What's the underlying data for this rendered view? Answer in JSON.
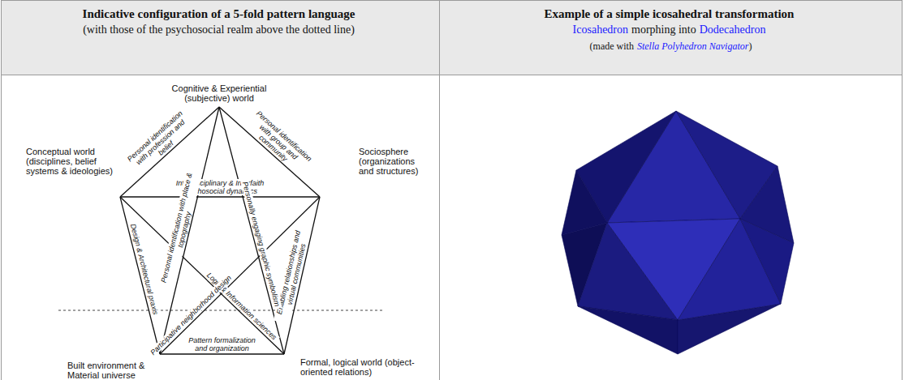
{
  "diagram": {
    "nodes": [
      {
        "text": [
          "Cognitive & Experiential (subjective) world"
        ]
      },
      {
        "text": [
          "Conceptual world (disciplines, belief systems & ideologies)"
        ]
      },
      {
        "text": [
          "Sociosphere (organizations and structures)"
        ]
      },
      {
        "text": [
          "Built environment & Material universe"
        ]
      },
      {
        "text": [
          "Formal, logical world (object-oriented relations)"
        ]
      }
    ],
    "edges": [
      {
        "from": 0,
        "to": 1,
        "arrow": "none",
        "label": "Personal identification with profession and belief"
      },
      {
        "from": 0,
        "to": 2,
        "arrow": "none",
        "label": "Personal identification with group and community"
      },
      {
        "from": 1,
        "to": 2,
        "arrow": "none",
        "label": "Interdisciplinary & Interfaith psychosocial dynamics"
      },
      {
        "from": 1,
        "to": 3,
        "arrow": "none",
        "label": "Design & Architectural praxis"
      },
      {
        "from": 2,
        "to": 4,
        "arrow": "none",
        "label": "Enabling relationships and virtual communities"
      },
      {
        "from": 3,
        "to": 4,
        "arrow": "none",
        "label": "Pattern formalization and organization"
      },
      {
        "from": 0,
        "to": 3,
        "arrow": "none",
        "label": "Personal identification with place & topography"
      },
      {
        "from": 0,
        "to": 4,
        "arrow": "none",
        "label": "Personally engaging graphic symbolism"
      },
      {
        "from": 1,
        "to": 4,
        "arrow": "none",
        "label": "Logic & Information sciences"
      },
      {
        "from": 2,
        "to": 3,
        "arrow": "none",
        "label": "Participative neighborhood design"
      }
    ],
    "labels": [
      "Indicative configuration of a 5-fold pattern language",
      "(with those of the psychosocial realm above the dotted line)",
      "Example of a simple icosahedral transformation",
      "Icosahedron",
      "morphing into",
      "Dodecahedron",
      "(made with",
      "Stella Polyhedron Navigator",
      ")"
    ]
  }
}
